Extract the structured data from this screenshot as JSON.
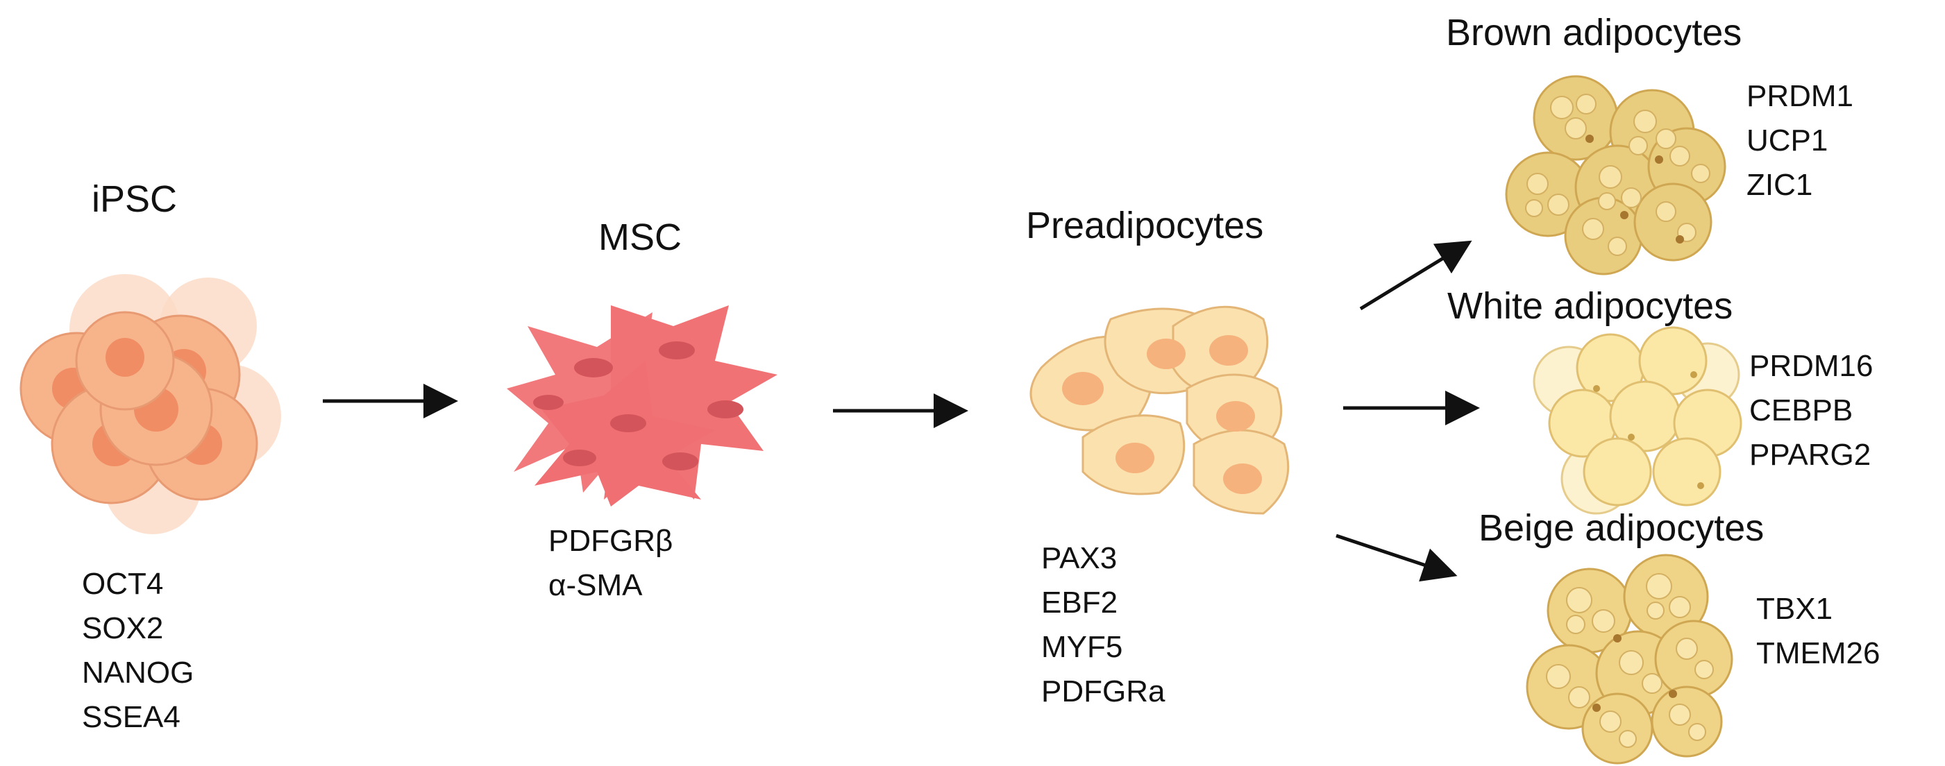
{
  "stages": {
    "ipsc": {
      "title": "iPSC",
      "markers": [
        "OCT4",
        "SOX2",
        "NANOG",
        "SSEA4"
      ]
    },
    "msc": {
      "title": "MSC",
      "markers": [
        "PDFGRβ",
        "α-SMA"
      ]
    },
    "preadipocytes": {
      "title": "Preadipocytes",
      "markers": [
        "PAX3",
        "EBF2",
        "MYF5",
        "PDFGRa"
      ]
    },
    "brown": {
      "title": "Brown adipocytes",
      "markers": [
        "PRDM1",
        "UCP1",
        "ZIC1"
      ]
    },
    "white": {
      "title": "White adipocytes",
      "markers": [
        "PRDM16",
        "CEBPB",
        "PPARG2"
      ]
    },
    "beige": {
      "title": "Beige adipocytes",
      "markers": [
        "TBX1",
        "TMEM26"
      ]
    }
  },
  "colors": {
    "arrow": "#111111",
    "ipsc_fill": "#f7b48a",
    "ipsc_nucleus": "#f08d64",
    "msc_fill": "#f2797b",
    "msc_nucleus": "#d3545a",
    "pre_fill": "#fbe1ae",
    "pre_nucleus": "#f5b27c",
    "brown_fill": "#e9cd7e",
    "white_fill": "#fbe7a6",
    "beige_fill": "#efd487"
  }
}
